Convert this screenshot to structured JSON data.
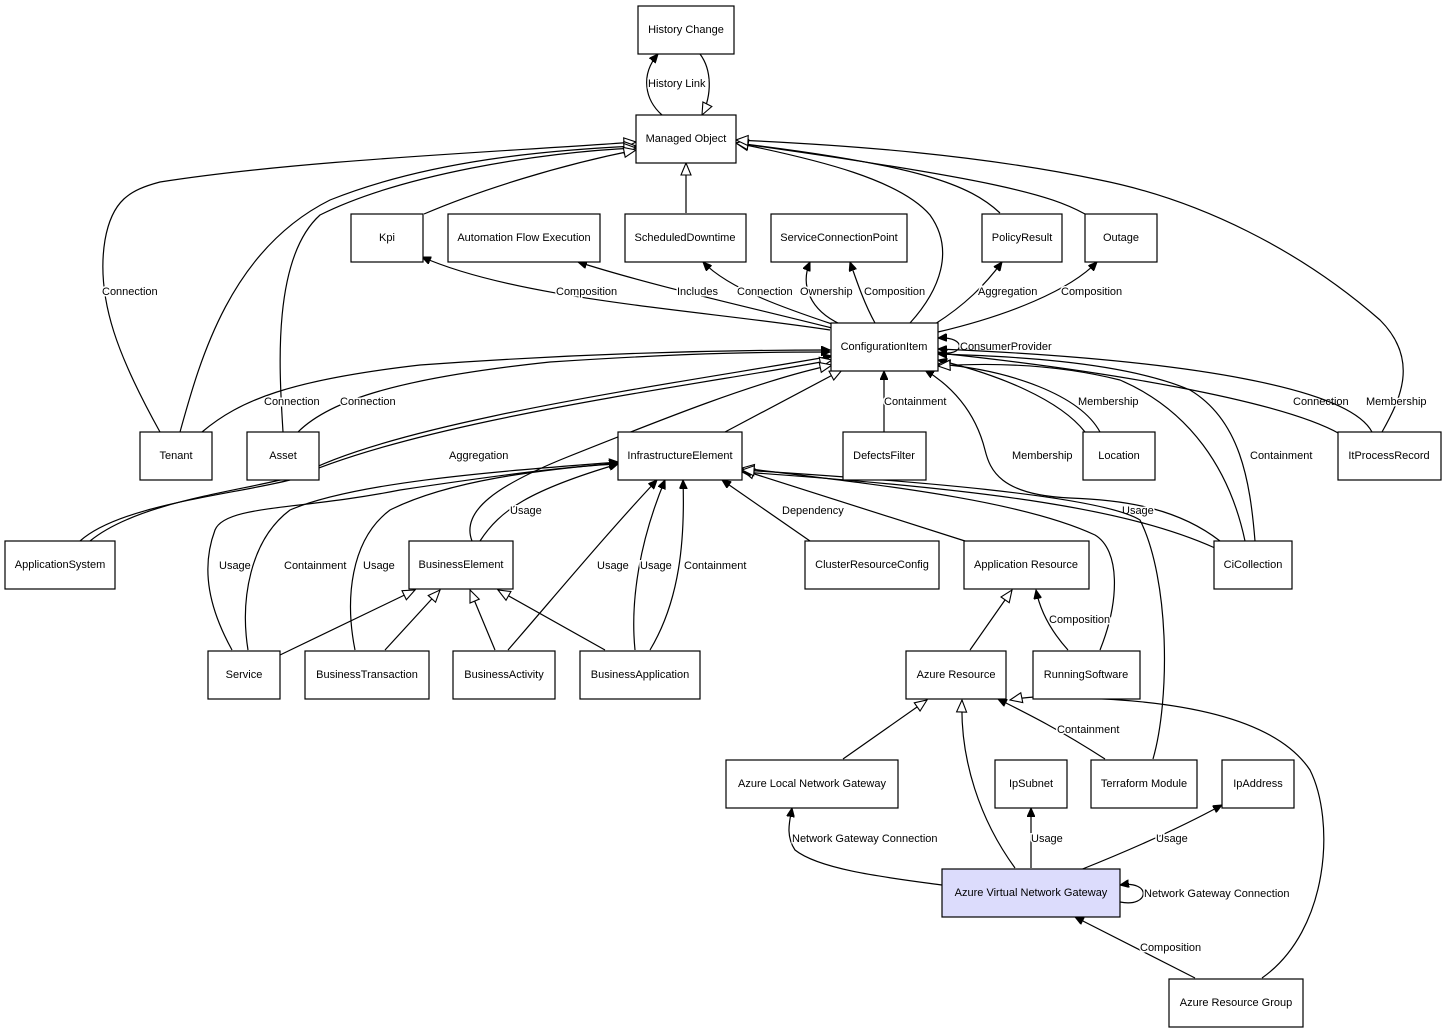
{
  "nodes": {
    "history_change": "History Change",
    "managed_object": "Managed Object",
    "kpi": "Kpi",
    "automation_flow_execution": "Automation Flow Execution",
    "scheduled_downtime": "ScheduledDowntime",
    "service_connection_point": "ServiceConnectionPoint",
    "policy_result": "PolicyResult",
    "outage": "Outage",
    "configuration_item": "ConfigurationItem",
    "tenant": "Tenant",
    "asset": "Asset",
    "infrastructure_element": "InfrastructureElement",
    "defects_filter": "DefectsFilter",
    "location": "Location",
    "it_process_record": "ItProcessRecord",
    "application_system": "ApplicationSystem",
    "business_element": "BusinessElement",
    "cluster_resource_config": "ClusterResourceConfig",
    "application_resource": "Application Resource",
    "ci_collection": "CiCollection",
    "service": "Service",
    "business_transaction": "BusinessTransaction",
    "business_activity": "BusinessActivity",
    "business_application": "BusinessApplication",
    "azure_resource": "Azure Resource",
    "running_software": "RunningSoftware",
    "azure_local_network_gateway": "Azure Local Network Gateway",
    "ip_subnet": "IpSubnet",
    "terraform_module": "Terraform Module",
    "ip_address": "IpAddress",
    "azure_virtual_network_gateway": "Azure Virtual Network Gateway",
    "azure_resource_group": "Azure Resource Group"
  },
  "edge_labels": {
    "history_link": "History Link",
    "connection_tenant_mo": "Connection",
    "composition_kpi": "Composition",
    "includes": "Includes",
    "connection_sd": "Connection",
    "ownership": "Ownership",
    "composition_scp": "Composition",
    "aggregation_pr": "Aggregation",
    "composition_outage": "Composition",
    "consumer_provider": "ConsumerProvider",
    "connection_tenant_ci": "Connection",
    "connection_asset_ci": "Connection",
    "containment_df": "Containment",
    "membership_loc": "Membership",
    "connection_itpr": "Connection",
    "membership_itpr": "Membership",
    "aggregation_as": "Aggregation",
    "membership_cic": "Membership",
    "containment_cic": "Containment",
    "usage_be": "Usage",
    "dependency": "Dependency",
    "usage_cic": "Usage",
    "usage_service": "Usage",
    "containment_service": "Containment",
    "usage_bt": "Usage",
    "usage_ba": "Usage",
    "usage_bapp": "Usage",
    "containment_bapp": "Containment",
    "composition_rs": "Composition",
    "containment_tm": "Containment",
    "network_gateway_connection_lng": "Network Gateway Connection",
    "usage_subnet": "Usage",
    "usage_ip": "Usage",
    "network_gateway_connection_self": "Network Gateway Connection",
    "composition_rg": "Composition"
  },
  "colors": {
    "highlight_fill": "#dcdcfc",
    "stroke": "#000000",
    "background": "#ffffff"
  }
}
